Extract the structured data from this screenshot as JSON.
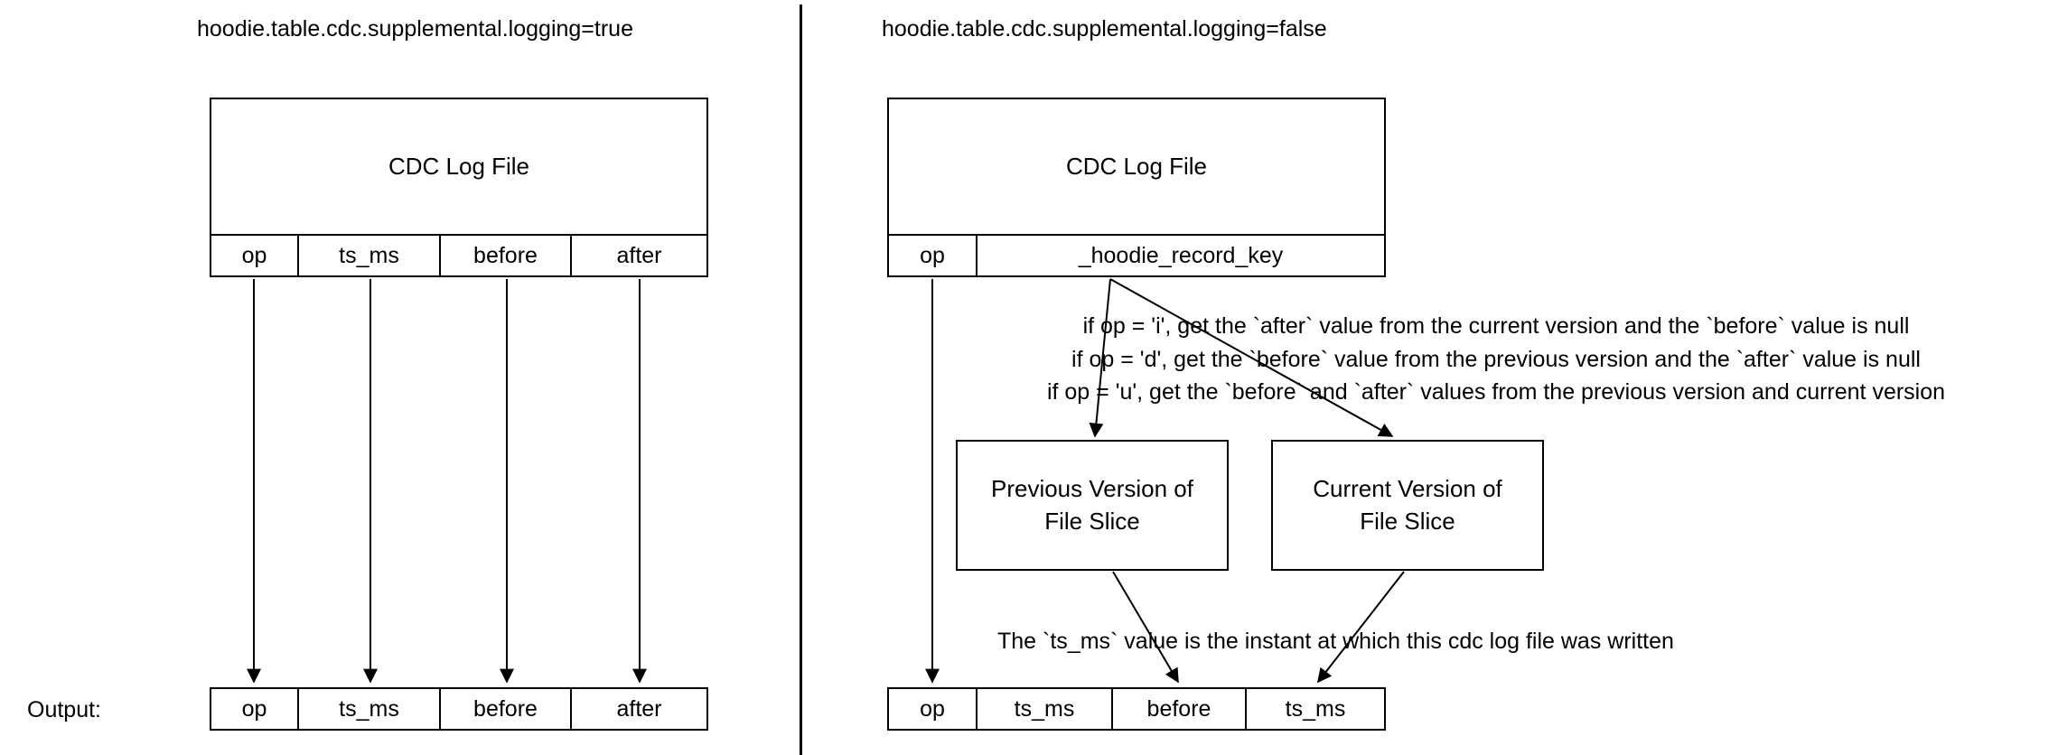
{
  "left": {
    "title": "hoodie.table.cdc.supplemental.logging=true",
    "log_file_label": "CDC Log File",
    "columns": [
      "op",
      "ts_ms",
      "before",
      "after"
    ],
    "output_label": "Output:",
    "output_columns": [
      "op",
      "ts_ms",
      "before",
      "after"
    ]
  },
  "right": {
    "title": "hoodie.table.cdc.supplemental.logging=false",
    "log_file_label": "CDC Log File",
    "columns": [
      "op",
      "_hoodie_record_key"
    ],
    "notes": [
      "if op = 'i', get the `after` value from the current version and the `before` value is null",
      "if op = 'd', get the `before` value from the previous version  and the `after` value is null",
      "if op = 'u', get the `before` and `after` values from the previous version and current version"
    ],
    "previous_box": {
      "line1": "Previous Version of",
      "line2": "File Slice"
    },
    "current_box": {
      "line1": "Current Version of",
      "line2": "File Slice"
    },
    "ts_note": "The `ts_ms` value is the instant at which this cdc log file was written",
    "output_columns": [
      "op",
      "ts_ms",
      "before",
      "ts_ms"
    ]
  }
}
